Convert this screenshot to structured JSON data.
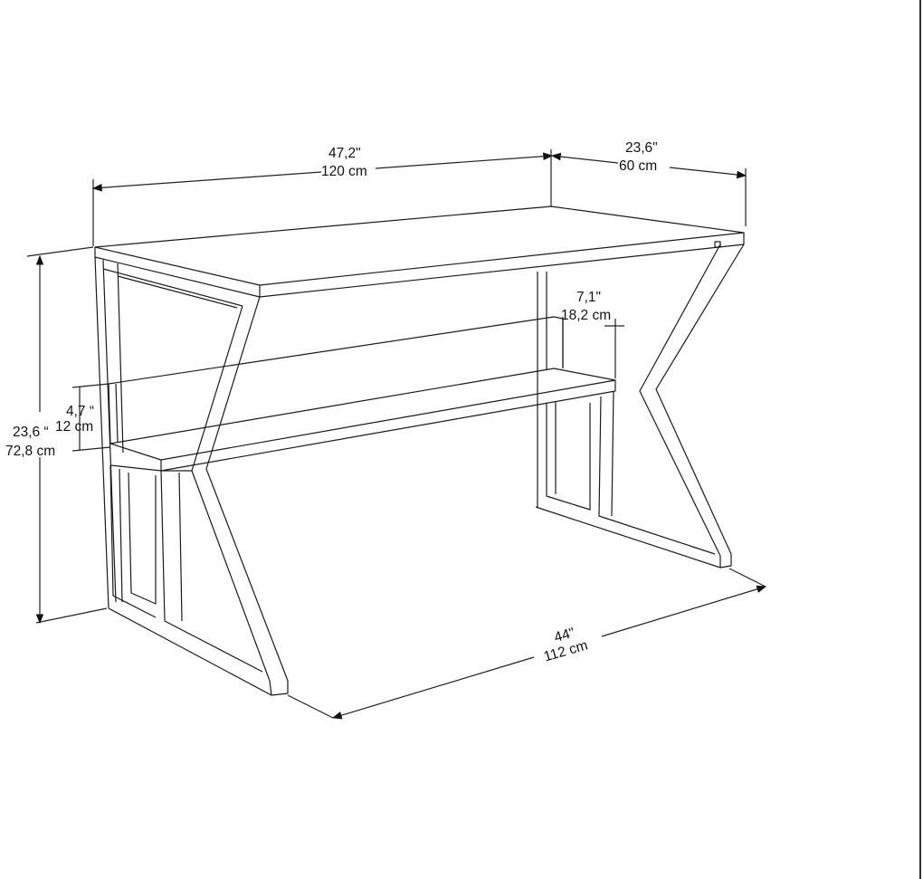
{
  "drawing": {
    "subject": "desk-dimension-drawing",
    "line_color": "#1a1a1a",
    "background": "#ffffff"
  },
  "dimensions": {
    "width": {
      "inches": "47,2\"",
      "cm": "120 cm"
    },
    "depth": {
      "inches": "23,6\"",
      "cm": "60 cm"
    },
    "height": {
      "inches": "23,6 “",
      "cm": "72,8 cm"
    },
    "shelf_height": {
      "inches": "4,7 “",
      "cm": "12 cm"
    },
    "shelf_back": {
      "inches": "7,1\"",
      "cm": "18,2 cm"
    },
    "base_length": {
      "inches": "44\"",
      "cm": "112 cm"
    }
  }
}
